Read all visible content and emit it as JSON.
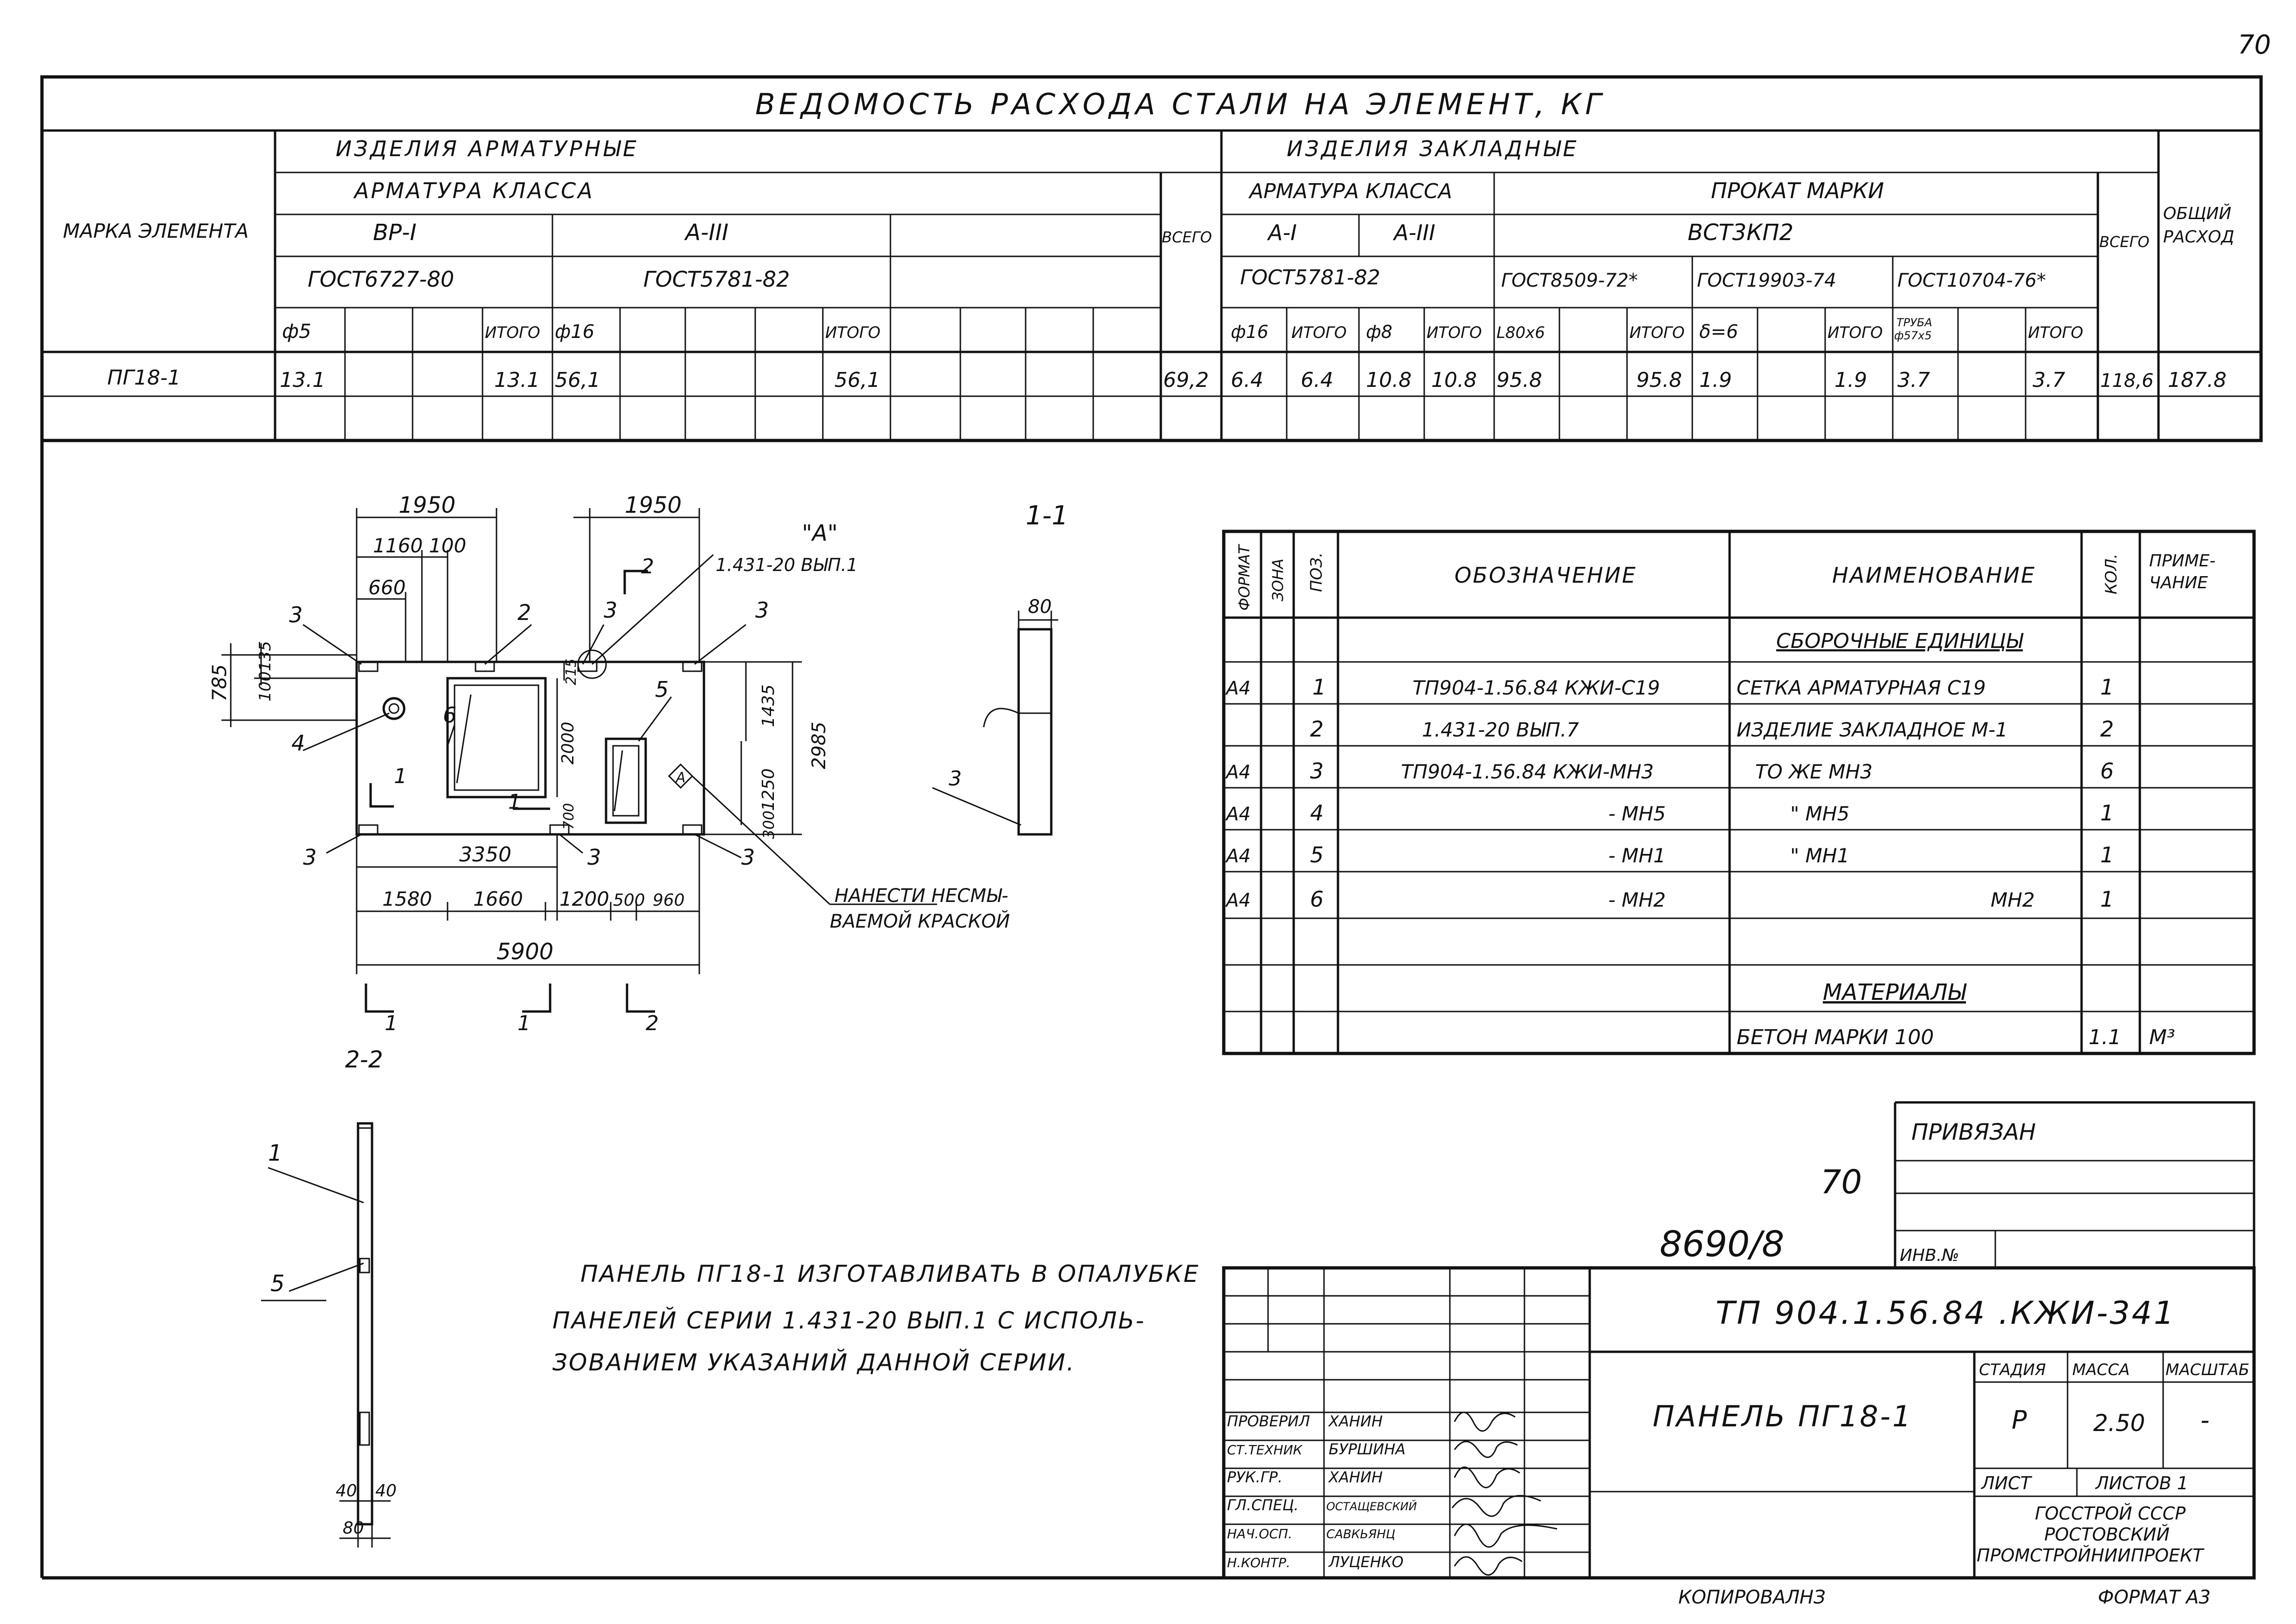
{
  "page_number": "70",
  "steel_table": {
    "title": "ВЕДОМОСТЬ РАСХОДА СТАЛИ НА ЭЛЕМЕНТ, КГ",
    "col_mark": "МАРКА ЭЛЕМЕНТА",
    "group_rebar": "ИЗДЕЛИЯ АРМАТУРНЫЕ",
    "group_embedded": "ИЗДЕЛИЯ ЗАКЛАДНЫЕ",
    "rebar_class": "АРМАТУРА КЛАССА",
    "emb_rebar_class": "АРМАТУРА КЛАССА",
    "rolled_brand": "ПРОКАТ МАРКИ",
    "class_vr1": "ВР-I",
    "class_a3": "А-III",
    "class_a1": "А-I",
    "class_a3b": "А-III",
    "brand_vst3kp2": "ВСТ3КП2",
    "gost_6727": "ГОСТ6727-80",
    "gost_5781": "ГОСТ5781-82",
    "gost_5781b": "ГОСТ5781-82",
    "gost_8509": "ГОСТ8509-72*",
    "gost_19903": "ГОСТ19903-74",
    "gost_10704": "ГОСТ10704-76*",
    "total_label": "ВСЕГО",
    "total_label2": "ВСЕГО",
    "overall_label": "ОБЩИЙ РАСХОД",
    "sub_headers": [
      "ф5",
      "",
      "",
      "ИТОГО",
      "ф16",
      "",
      "",
      "",
      "ИТОГО",
      "",
      "",
      "",
      "",
      "ф16",
      "ИТОГО",
      "ф8",
      "ИТОГО",
      "L80х6",
      "",
      "ИТОГО",
      "δ=6",
      "",
      "ИТОГО",
      "ТРУБА ф57х5",
      "",
      "ИТОГО"
    ],
    "row": {
      "mark": "ПГ18-1",
      "f5": "13.1",
      "itogo1": "13.1",
      "f16": "56,1",
      "itogo2": "56,1",
      "vsego1": "69,2",
      "a1_f16": "6.4",
      "a1_itogo": "6.4",
      "a3_f8": "10.8",
      "a3_itogo": "10.8",
      "l80": "95.8",
      "l80_itogo": "95.8",
      "d6": "1.9",
      "d6_itogo": "1.9",
      "pipe": "3.7",
      "pipe_itogo": "3.7",
      "vsego2": "118,6",
      "total": "187.8"
    }
  },
  "spec_table": {
    "h_format": "ФОРМАТ",
    "h_zone": "ЗОНА",
    "h_pos": "ПОЗ.",
    "h_designation": "ОБОЗНАЧЕНИЕ",
    "h_name": "НАИМЕНОВАНИЕ",
    "h_qty": "КОЛ.",
    "h_note": "ПРИМЕ-ЧАНИЕ",
    "section_assembly": "СБОРОЧНЫЕ ЕДИНИЦЫ",
    "rows": [
      {
        "format": "А4",
        "pos": "1",
        "designation": "ТП904-1.56.84 КЖИ-С19",
        "name": "СЕТКА АРМАТУРНАЯ С19",
        "qty": "1"
      },
      {
        "format": "",
        "pos": "2",
        "designation": "1.431-20 ВЫП.7",
        "name": "ИЗДЕЛИЕ ЗАКЛАДНОЕ М-1",
        "qty": "2"
      },
      {
        "format": "А4",
        "pos": "3",
        "designation": "ТП904-1.56.84 КЖИ-МН3",
        "name": "ТО ЖЕ  МН3",
        "qty": "6"
      },
      {
        "format": "А4",
        "pos": "4",
        "designation": "- МН5",
        "name": "\"  МН5",
        "qty": "1"
      },
      {
        "format": "А4",
        "pos": "5",
        "designation": "- МН1",
        "name": "\"  МН1",
        "qty": "1"
      },
      {
        "format": "А4",
        "pos": "6",
        "designation": "- МН2",
        "name": "МН2",
        "qty": "1"
      }
    ],
    "section_materials": "МАТЕРИАЛЫ",
    "concrete": "БЕТОН МАРКИ 100",
    "concrete_qty": "1.1",
    "concrete_unit": "М³"
  },
  "drawing": {
    "dims_top": [
      "1950",
      "1950",
      "1160",
      "100",
      "660"
    ],
    "dims_left": [
      "785",
      "135",
      "100"
    ],
    "dims_inner": [
      "2000",
      "215",
      "1435",
      "2985",
      "1250",
      "300",
      "700"
    ],
    "dims_bottom": [
      "3350",
      "1580",
      "1660",
      "1200",
      "500",
      "960",
      "5900"
    ],
    "callout_a": "\"А\"",
    "callout_series": "1.431-20 ВЫП.1",
    "pos_labels": [
      "3",
      "2",
      "3",
      "3",
      "4",
      "6",
      "5",
      "3",
      "3",
      "3"
    ],
    "section_marks": [
      "1",
      "1",
      "2",
      "2"
    ],
    "paint_note": "НАНЕСТИ НЕСМЫ-ВАЕМОЙ КРАСКОЙ",
    "section_1_title": "1-1",
    "section_1_dim": "80",
    "section_1_label": "3",
    "section_2_title": "2-2",
    "section_2_labels": [
      "1",
      "5"
    ],
    "section_2_dims": [
      "40",
      "40",
      "80"
    ]
  },
  "note": {
    "line1": "ПАНЕЛЬ ПГ18-1 ИЗГОТАВЛИВАТЬ В ОПАЛУБКЕ",
    "line2": "ПАНЕЛЕЙ СЕРИИ 1.431-20 ВЫП.1 С ИСПОЛЬ-",
    "line3": "ЗОВАНИЕМ УКАЗАНИЙ ДАННОЙ СЕРИИ."
  },
  "binding": {
    "label": "ПРИВЯЗАН",
    "inv_label": "ИНВ.№",
    "handwritten_70": "70",
    "handwritten_number": "8690/8"
  },
  "title_block": {
    "doc_code": "ТП 904.1.56.84 .КЖИ-341",
    "name": "ПАНЕЛЬ ПГ18-1",
    "stage_label": "СТАДИЯ",
    "mass_label": "МАССА",
    "scale_label": "МАСШТАБ",
    "stage": "Р",
    "mass": "2.50",
    "scale": "-",
    "sheet_label": "ЛИСТ",
    "sheets_label": "ЛИСТОВ 1",
    "org1": "ГОССТРОЙ СССР",
    "org2": "РОСТОВСКИЙ",
    "org3": "ПРОМСТРОЙНИИПРОЕКТ",
    "staff": [
      {
        "role": "ПРОВЕРИЛ",
        "name": "ХАНИН"
      },
      {
        "role": "СТ.ТЕХНИК",
        "name": "БУРШИНА"
      },
      {
        "role": "РУК.ГР.",
        "name": "ХАНИН"
      },
      {
        "role": "ГЛ.СПЕЦ.",
        "name": "ОСТАЩЕВСКИЙ"
      },
      {
        "role": "НАЧ.ОСП.",
        "name": "САВКЬЯНЦ"
      },
      {
        "role": "Н.КОНТР.",
        "name": "ЛУЦЕНКО"
      }
    ],
    "copied": "КОПИРОВАЛ",
    "format": "ФОРМАТ А3"
  }
}
